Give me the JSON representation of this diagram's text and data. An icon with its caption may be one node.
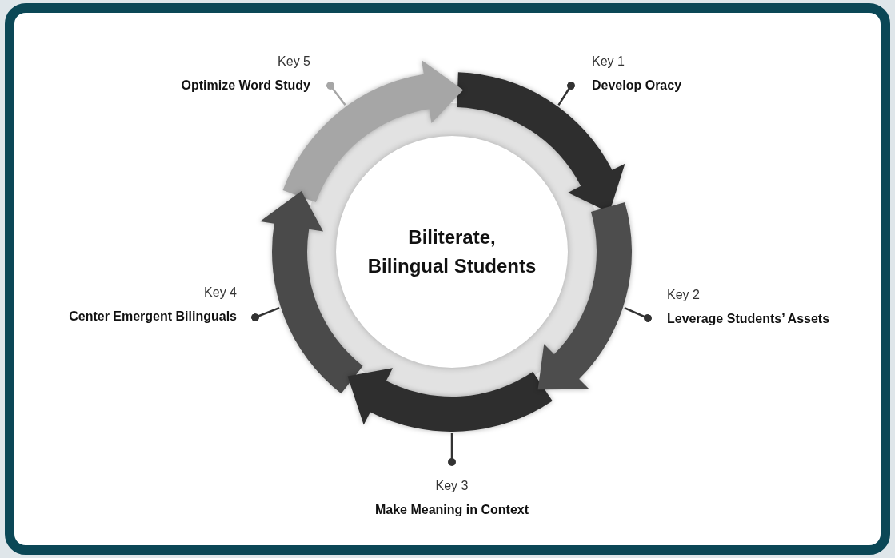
{
  "diagram": {
    "nodes": [
      {
        "text": [
          "Biliterate, Bilingual Students"
        ]
      },
      {
        "text": [],
        "shape": "arrow"
      },
      {
        "text": [],
        "shape": "arrow"
      },
      {
        "text": [],
        "shape": "arrow"
      },
      {
        "text": [],
        "shape": "arrow"
      },
      {
        "text": [],
        "shape": "arrow"
      },
      {
        "text": [
          "Key 1",
          "Develop Oracy"
        ]
      },
      {
        "text": [
          "Key 2",
          "Leverage Students’ Assets"
        ]
      },
      {
        "text": [
          "Key 3",
          "Make Meaning in Context"
        ]
      },
      {
        "text": [
          "Key 4",
          "Center Emergent Bilinguals"
        ]
      },
      {
        "text": [
          "Key 5",
          "Optimize Word Study"
        ]
      }
    ],
    "edges": [
      {
        "from": 6,
        "to": 1,
        "arrow": "other"
      },
      {
        "from": 7,
        "to": 2,
        "arrow": "other"
      },
      {
        "from": 8,
        "to": 3,
        "arrow": "other"
      },
      {
        "from": 9,
        "to": 4,
        "arrow": "other"
      },
      {
        "from": 10,
        "to": 5,
        "arrow": "other",
        "color": "#a6a6a6"
      }
    ]
  }
}
